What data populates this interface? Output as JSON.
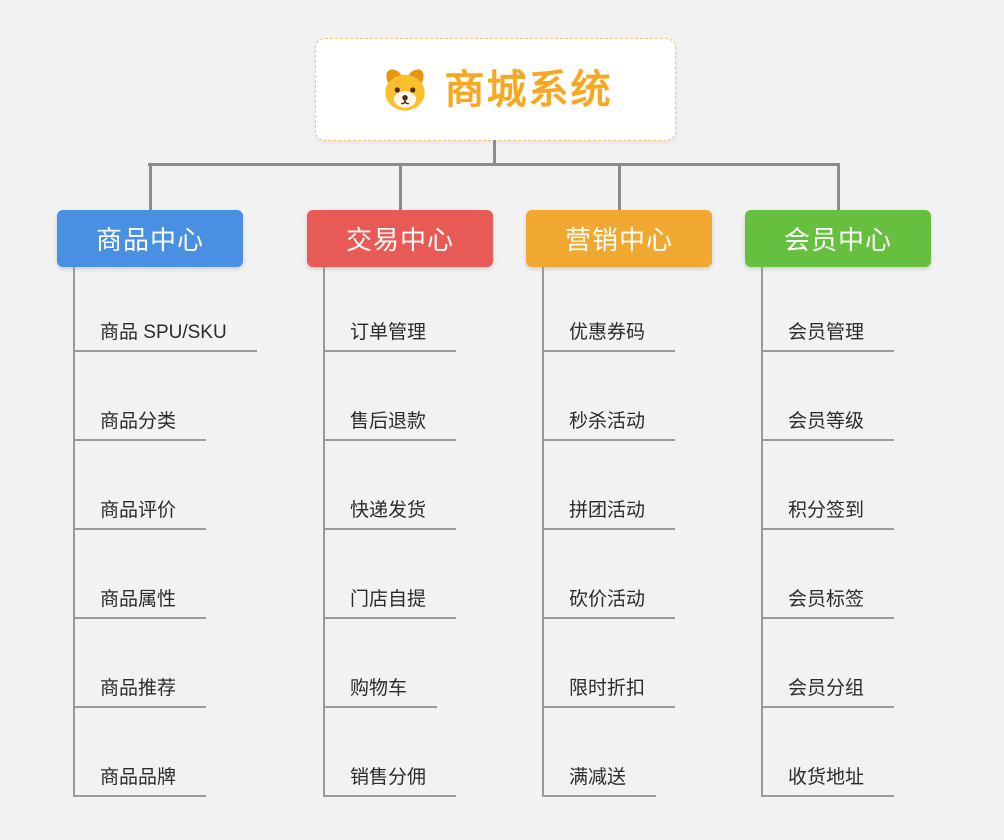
{
  "root": {
    "title": "商城系统",
    "title_color": "#f7a823",
    "icon": "dog-icon"
  },
  "branches": [
    {
      "label": "商品中心",
      "color": "#4a90e2",
      "children": [
        "商品 SPU/SKU",
        "商品分类",
        "商品评价",
        "商品属性",
        "商品推荐",
        "商品品牌"
      ]
    },
    {
      "label": "交易中心",
      "color": "#e85a55",
      "children": [
        "订单管理",
        "售后退款",
        "快递发货",
        "门店自提",
        "购物车",
        "销售分佣"
      ]
    },
    {
      "label": "营销中心",
      "color": "#f0a831",
      "children": [
        "优惠券码",
        "秒杀活动",
        "拼团活动",
        "砍价活动",
        "限时折扣",
        "满减送"
      ]
    },
    {
      "label": "会员中心",
      "color": "#67bf3f",
      "children": [
        "会员管理",
        "会员等级",
        "积分签到",
        "会员标签",
        "会员分组",
        "收货地址"
      ]
    }
  ],
  "connector_color": "#8c8c8c",
  "branch_line_color": "#9a9a9a"
}
